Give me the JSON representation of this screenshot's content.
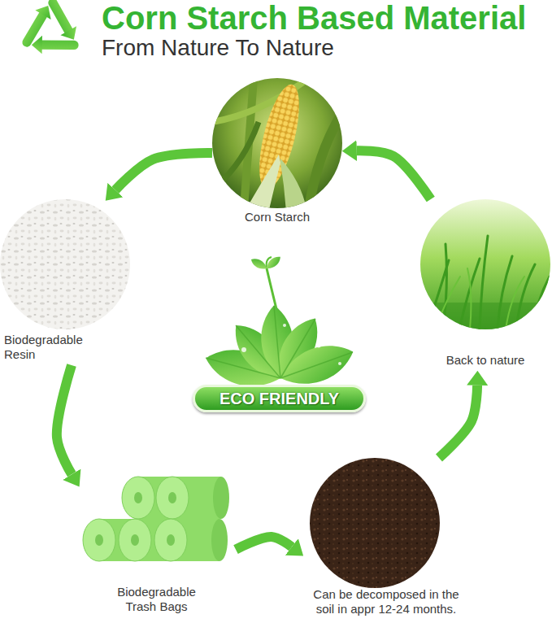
{
  "diagram": {
    "title": "Corn Starch Based Material",
    "nodes": [
      {
        "text": [
          "Corn Starch"
        ]
      },
      {
        "text": [
          "Biodegradable Resin"
        ]
      },
      {
        "text": [
          "Back to nature"
        ]
      },
      {
        "text": [
          "ECO FRIENDLY"
        ]
      },
      {
        "text": [
          "Biodegradable Trash Bags"
        ]
      },
      {
        "text": [
          "Can be decomposed in the soil in appr 12-24 months."
        ]
      }
    ],
    "edges": [
      {
        "from": 0,
        "to": 1,
        "arrow": "to"
      },
      {
        "from": 1,
        "to": 4,
        "arrow": "to"
      },
      {
        "from": 4,
        "to": 5,
        "arrow": "to"
      },
      {
        "from": 5,
        "to": 2,
        "arrow": "to"
      },
      {
        "from": 2,
        "to": 0,
        "arrow": "to"
      }
    ],
    "labels": [
      "From Nature To Nature"
    ]
  }
}
